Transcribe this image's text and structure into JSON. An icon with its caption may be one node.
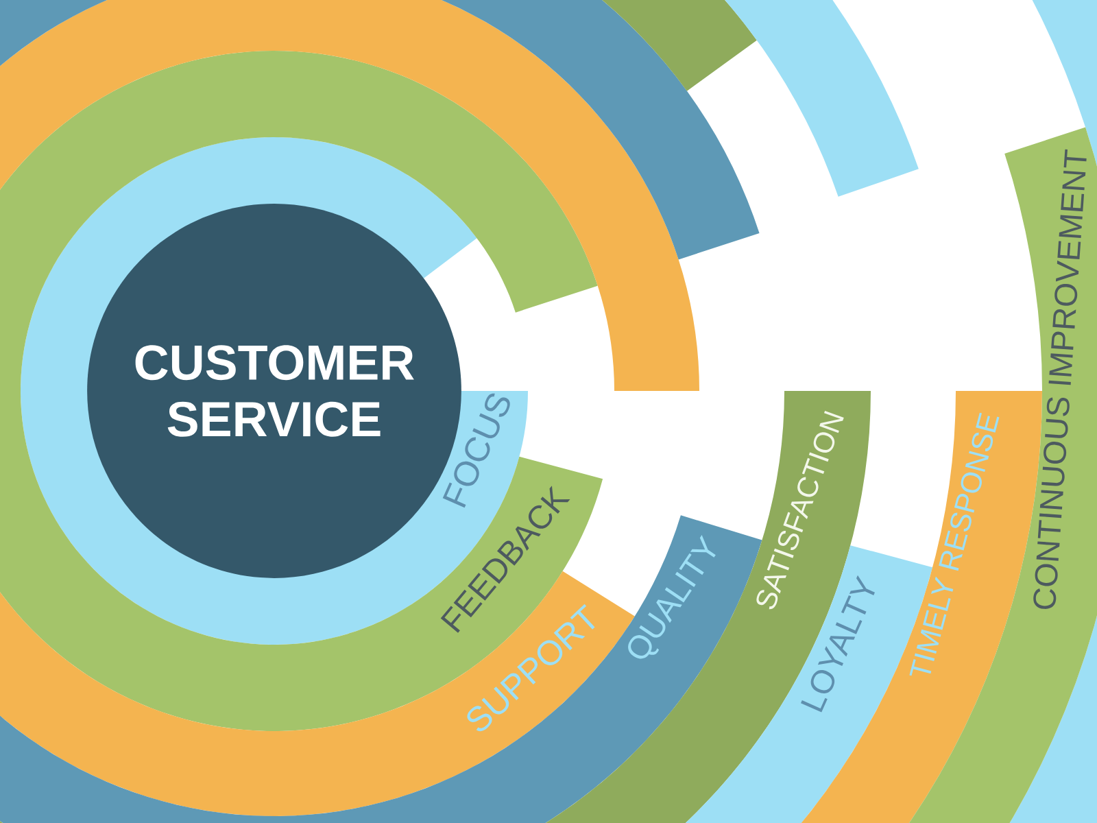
{
  "diagram": {
    "nodes": [
      {
        "text": [
          "CUSTOMER SERVICE"
        ]
      },
      {
        "text": [
          "FOCUS"
        ]
      },
      {
        "text": [
          "FEEDBACK"
        ]
      },
      {
        "text": [
          "SUPPORT"
        ]
      },
      {
        "text": [
          "QUALITY"
        ]
      },
      {
        "text": [
          "SATISFACTION"
        ]
      },
      {
        "text": [
          "LOYALTY"
        ]
      },
      {
        "text": [
          "TIMELY RESPONSE"
        ]
      },
      {
        "text": [
          "CONTINUOUS IMPROVEMENT"
        ]
      }
    ]
  }
}
